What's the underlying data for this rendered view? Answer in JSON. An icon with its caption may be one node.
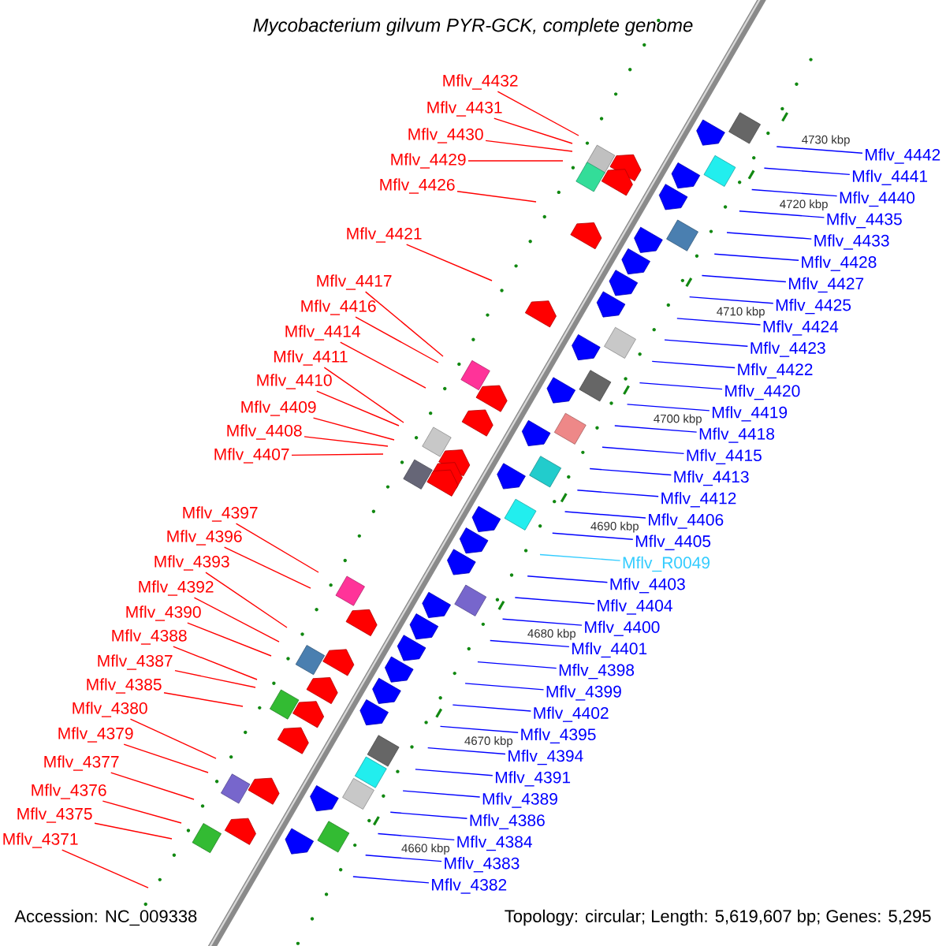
{
  "diagram": {
    "title": "Mycobacterium gilvum PYR-GCK, complete genome",
    "nodes": [
      {
        "text": [
          "Mflv_4432"
        ]
      },
      {
        "text": [
          "Mflv_4431"
        ]
      },
      {
        "text": [
          "Mflv_4430"
        ]
      },
      {
        "text": [
          "Mflv_4429"
        ]
      },
      {
        "text": [
          "Mflv_4426"
        ]
      },
      {
        "text": [
          "Mflv_4421"
        ]
      },
      {
        "text": [
          "Mflv_4417"
        ]
      },
      {
        "text": [
          "Mflv_4416"
        ]
      },
      {
        "text": [
          "Mflv_4414"
        ]
      },
      {
        "text": [
          "Mflv_4411"
        ]
      },
      {
        "text": [
          "Mflv_4410"
        ]
      },
      {
        "text": [
          "Mflv_4409"
        ]
      },
      {
        "text": [
          "Mflv_4408"
        ]
      },
      {
        "text": [
          "Mflv_4407"
        ]
      },
      {
        "text": [
          "Mflv_4397"
        ]
      },
      {
        "text": [
          "Mflv_4396"
        ]
      },
      {
        "text": [
          "Mflv_4393"
        ]
      },
      {
        "text": [
          "Mflv_4392"
        ]
      },
      {
        "text": [
          "Mflv_4390"
        ]
      },
      {
        "text": [
          "Mflv_4388"
        ]
      },
      {
        "text": [
          "Mflv_4387"
        ]
      },
      {
        "text": [
          "Mflv_4385"
        ]
      },
      {
        "text": [
          "Mflv_4380"
        ]
      },
      {
        "text": [
          "Mflv_4379"
        ]
      },
      {
        "text": [
          "Mflv_4377"
        ]
      },
      {
        "text": [
          "Mflv_4376"
        ]
      },
      {
        "text": [
          "Mflv_4375"
        ]
      },
      {
        "text": [
          "Mflv_4371"
        ]
      },
      {
        "text": [
          "Mflv_4442"
        ]
      },
      {
        "text": [
          "Mflv_4441"
        ]
      },
      {
        "text": [
          "Mflv_4440"
        ]
      },
      {
        "text": [
          "Mflv_4435"
        ]
      },
      {
        "text": [
          "Mflv_4433"
        ]
      },
      {
        "text": [
          "Mflv_4428"
        ]
      },
      {
        "text": [
          "Mflv_4427"
        ]
      },
      {
        "text": [
          "Mflv_4425"
        ]
      },
      {
        "text": [
          "Mflv_4424"
        ]
      },
      {
        "text": [
          "Mflv_4423"
        ]
      },
      {
        "text": [
          "Mflv_4422"
        ]
      },
      {
        "text": [
          "Mflv_4420"
        ]
      },
      {
        "text": [
          "Mflv_4419"
        ]
      },
      {
        "text": [
          "Mflv_4418"
        ]
      },
      {
        "text": [
          "Mflv_4415"
        ]
      },
      {
        "text": [
          "Mflv_4413"
        ]
      },
      {
        "text": [
          "Mflv_4412"
        ]
      },
      {
        "text": [
          "Mflv_4406"
        ]
      },
      {
        "text": [
          "Mflv_4405"
        ]
      },
      {
        "text": [
          "Mflv_R0049"
        ]
      },
      {
        "text": [
          "Mflv_4403"
        ]
      },
      {
        "text": [
          "Mflv_4404"
        ]
      },
      {
        "text": [
          "Mflv_4400"
        ]
      },
      {
        "text": [
          "Mflv_4401"
        ]
      },
      {
        "text": [
          "Mflv_4398"
        ]
      },
      {
        "text": [
          "Mflv_4399"
        ]
      },
      {
        "text": [
          "Mflv_4402"
        ]
      },
      {
        "text": [
          "Mflv_4395"
        ]
      },
      {
        "text": [
          "Mflv_4394"
        ]
      },
      {
        "text": [
          "Mflv_4391"
        ]
      },
      {
        "text": [
          "Mflv_4389"
        ]
      },
      {
        "text": [
          "Mflv_4386"
        ]
      },
      {
        "text": [
          "Mflv_4384"
        ]
      },
      {
        "text": [
          "Mflv_4383"
        ]
      },
      {
        "text": [
          "Mflv_4382"
        ]
      }
    ],
    "edges": [
      {
        "from": 0,
        "to": null,
        "arrow": "none",
        "color": "#ff0000"
      },
      {
        "from": 1,
        "to": null,
        "arrow": "none",
        "color": "#ff0000"
      },
      {
        "from": 2,
        "to": null,
        "arrow": "none",
        "color": "#ff0000"
      },
      {
        "from": 3,
        "to": null,
        "arrow": "none",
        "color": "#ff0000"
      },
      {
        "from": 4,
        "to": null,
        "arrow": "none",
        "color": "#ff0000"
      },
      {
        "from": 5,
        "to": null,
        "arrow": "none",
        "color": "#ff0000"
      },
      {
        "from": 6,
        "to": null,
        "arrow": "none",
        "color": "#ff0000"
      },
      {
        "from": 7,
        "to": null,
        "arrow": "none",
        "color": "#ff0000"
      },
      {
        "from": 8,
        "to": null,
        "arrow": "none",
        "color": "#ff0000"
      },
      {
        "from": 9,
        "to": null,
        "arrow": "none",
        "color": "#ff0000"
      },
      {
        "from": 10,
        "to": null,
        "arrow": "none",
        "color": "#ff0000"
      },
      {
        "from": 11,
        "to": null,
        "arrow": "none",
        "color": "#ff0000"
      },
      {
        "from": 12,
        "to": null,
        "arrow": "none",
        "color": "#ff0000"
      },
      {
        "from": 13,
        "to": null,
        "arrow": "none",
        "color": "#ff0000"
      },
      {
        "from": 14,
        "to": null,
        "arrow": "none",
        "color": "#ff0000"
      },
      {
        "from": 15,
        "to": null,
        "arrow": "none",
        "color": "#ff0000"
      },
      {
        "from": 16,
        "to": null,
        "arrow": "none",
        "color": "#ff0000"
      },
      {
        "from": 17,
        "to": null,
        "arrow": "none",
        "color": "#ff0000"
      },
      {
        "from": 18,
        "to": null,
        "arrow": "none",
        "color": "#ff0000"
      },
      {
        "from": 19,
        "to": null,
        "arrow": "none",
        "color": "#ff0000"
      },
      {
        "from": 20,
        "to": null,
        "arrow": "none",
        "color": "#ff0000"
      },
      {
        "from": 21,
        "to": null,
        "arrow": "none",
        "color": "#ff0000"
      },
      {
        "from": 22,
        "to": null,
        "arrow": "none",
        "color": "#ff0000"
      },
      {
        "from": 23,
        "to": null,
        "arrow": "none",
        "color": "#ff0000"
      },
      {
        "from": 24,
        "to": null,
        "arrow": "none",
        "color": "#ff0000"
      },
      {
        "from": 25,
        "to": null,
        "arrow": "none",
        "color": "#ff0000"
      },
      {
        "from": 26,
        "to": null,
        "arrow": "none",
        "color": "#ff0000"
      },
      {
        "from": 27,
        "to": null,
        "arrow": "none",
        "color": "#ff0000"
      },
      {
        "from": 28,
        "to": null,
        "arrow": "none",
        "color": "#0000ff"
      },
      {
        "from": 29,
        "to": null,
        "arrow": "none",
        "color": "#0000ff"
      },
      {
        "from": 30,
        "to": null,
        "arrow": "none",
        "color": "#0000ff"
      },
      {
        "from": 31,
        "to": null,
        "arrow": "none",
        "color": "#0000ff"
      },
      {
        "from": 32,
        "to": null,
        "arrow": "none",
        "color": "#0000ff"
      },
      {
        "from": 33,
        "to": null,
        "arrow": "none",
        "color": "#0000ff"
      },
      {
        "from": 34,
        "to": null,
        "arrow": "none",
        "color": "#0000ff"
      },
      {
        "from": 35,
        "to": null,
        "arrow": "none",
        "color": "#0000ff"
      },
      {
        "from": 36,
        "to": null,
        "arrow": "none",
        "color": "#0000ff"
      },
      {
        "from": 37,
        "to": null,
        "arrow": "none",
        "color": "#0000ff"
      },
      {
        "from": 38,
        "to": null,
        "arrow": "none",
        "color": "#0000ff"
      },
      {
        "from": 39,
        "to": null,
        "arrow": "none",
        "color": "#0000ff"
      },
      {
        "from": 40,
        "to": null,
        "arrow": "none",
        "color": "#0000ff"
      },
      {
        "from": 41,
        "to": null,
        "arrow": "none",
        "color": "#0000ff"
      },
      {
        "from": 42,
        "to": null,
        "arrow": "none",
        "color": "#0000ff"
      },
      {
        "from": 43,
        "to": null,
        "arrow": "none",
        "color": "#0000ff"
      },
      {
        "from": 44,
        "to": null,
        "arrow": "none",
        "color": "#0000ff"
      },
      {
        "from": 45,
        "to": null,
        "arrow": "none",
        "color": "#0000ff"
      },
      {
        "from": 46,
        "to": null,
        "arrow": "none",
        "color": "#0000ff"
      },
      {
        "from": 47,
        "to": null,
        "arrow": "none",
        "color": "#33ccff"
      },
      {
        "from": 48,
        "to": null,
        "arrow": "none",
        "color": "#0000ff"
      },
      {
        "from": 49,
        "to": null,
        "arrow": "none",
        "color": "#0000ff"
      },
      {
        "from": 50,
        "to": null,
        "arrow": "none",
        "color": "#0000ff"
      },
      {
        "from": 51,
        "to": null,
        "arrow": "none",
        "color": "#0000ff"
      },
      {
        "from": 52,
        "to": null,
        "arrow": "none",
        "color": "#0000ff"
      },
      {
        "from": 53,
        "to": null,
        "arrow": "none",
        "color": "#0000ff"
      },
      {
        "from": 54,
        "to": null,
        "arrow": "none",
        "color": "#0000ff"
      },
      {
        "from": 55,
        "to": null,
        "arrow": "none",
        "color": "#0000ff"
      },
      {
        "from": 56,
        "to": null,
        "arrow": "none",
        "color": "#0000ff"
      },
      {
        "from": 57,
        "to": null,
        "arrow": "none",
        "color": "#0000ff"
      },
      {
        "from": 58,
        "to": null,
        "arrow": "none",
        "color": "#0000ff"
      },
      {
        "from": 59,
        "to": null,
        "arrow": "none",
        "color": "#0000ff"
      },
      {
        "from": 60,
        "to": null,
        "arrow": "none",
        "color": "#0000ff"
      },
      {
        "from": 61,
        "to": null,
        "arrow": "none",
        "color": "#0000ff"
      },
      {
        "from": 62,
        "to": null,
        "arrow": "none",
        "color": "#0000ff"
      }
    ],
    "labels": [
      "4730 kbp",
      "4720 kbp",
      "4710 kbp",
      "4700 kbp",
      "4690 kbp",
      "4680 kbp",
      "4670 kbp",
      "4660 kbp",
      "Accession: NC_009338",
      "Topology: circular; Length: 5,619,607 bp; Genes: 5,295"
    ]
  }
}
